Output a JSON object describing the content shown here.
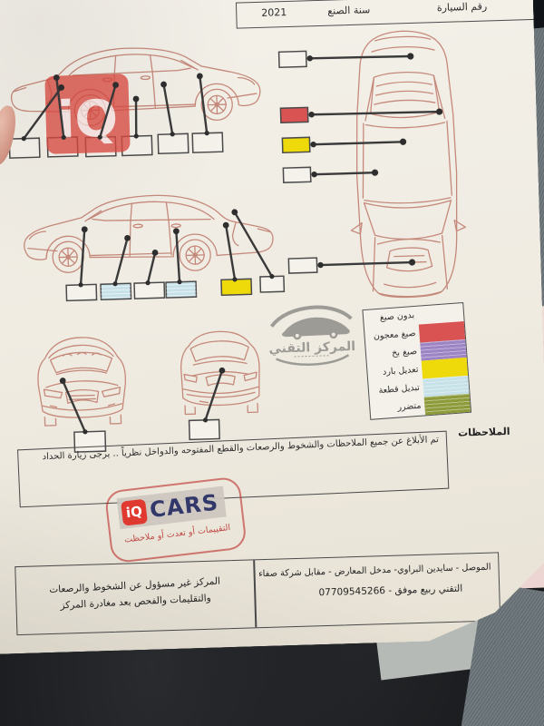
{
  "header": {
    "car_number_label": "رقم السيارة",
    "year_label": "سنة الصنع",
    "year_value": "2021"
  },
  "legend": {
    "rows": [
      {
        "label": "بدون صبغ",
        "color": ""
      },
      {
        "label": "صبغ معجون",
        "color": "#d95352"
      },
      {
        "label": "صبغ بخ",
        "color": "#9d84c4"
      },
      {
        "label": "تعديل بارد",
        "color": "#eed90a"
      },
      {
        "label": "تبديل قطعة",
        "color": "#c7e1e9"
      },
      {
        "label": "متضرر",
        "color": "#8e9b3a"
      }
    ]
  },
  "diagrams": {
    "side_right_markers": [
      "",
      "",
      "",
      "",
      "",
      ""
    ],
    "top_view_markers": [
      "",
      "#d95352",
      "#eed90a",
      "",
      ""
    ],
    "side_left_markers": [
      "",
      "#c7e1e9",
      "",
      "#c7e1e9",
      "#eed90a",
      ""
    ],
    "front_view_marker": "",
    "rear_view_marker": "",
    "outline_color": "#c5897b",
    "callout_color": "#3a3a3a"
  },
  "watermark": {
    "text": "iQ",
    "color": "#dc4b42"
  },
  "center_stamp": {
    "title": "المركز التقني"
  },
  "notes": {
    "label": "الملاحظات",
    "text": "تم الأبلاغ عن جميع الملاحظات والشخوط والرصعات والقطع المفتوحه والدواخل نظرياً .. يرجى زيارة الحداد"
  },
  "brand_stamp": {
    "iq": "iQ",
    "cars": "CARS",
    "subtext": "التقييمات أو تعدت أو ملاحظت"
  },
  "footer": {
    "right_line1": "الموصل - سايدين البراوي- مدخل المعارض - مقابل شركة صفاء",
    "right_line2": "التقني ربيع موفق - 07709545266",
    "left_line1": "المركز غير مسؤول عن الشخوط والرصعات",
    "left_line2": "والتقليمات والفحص بعد مغادرة المركز"
  }
}
